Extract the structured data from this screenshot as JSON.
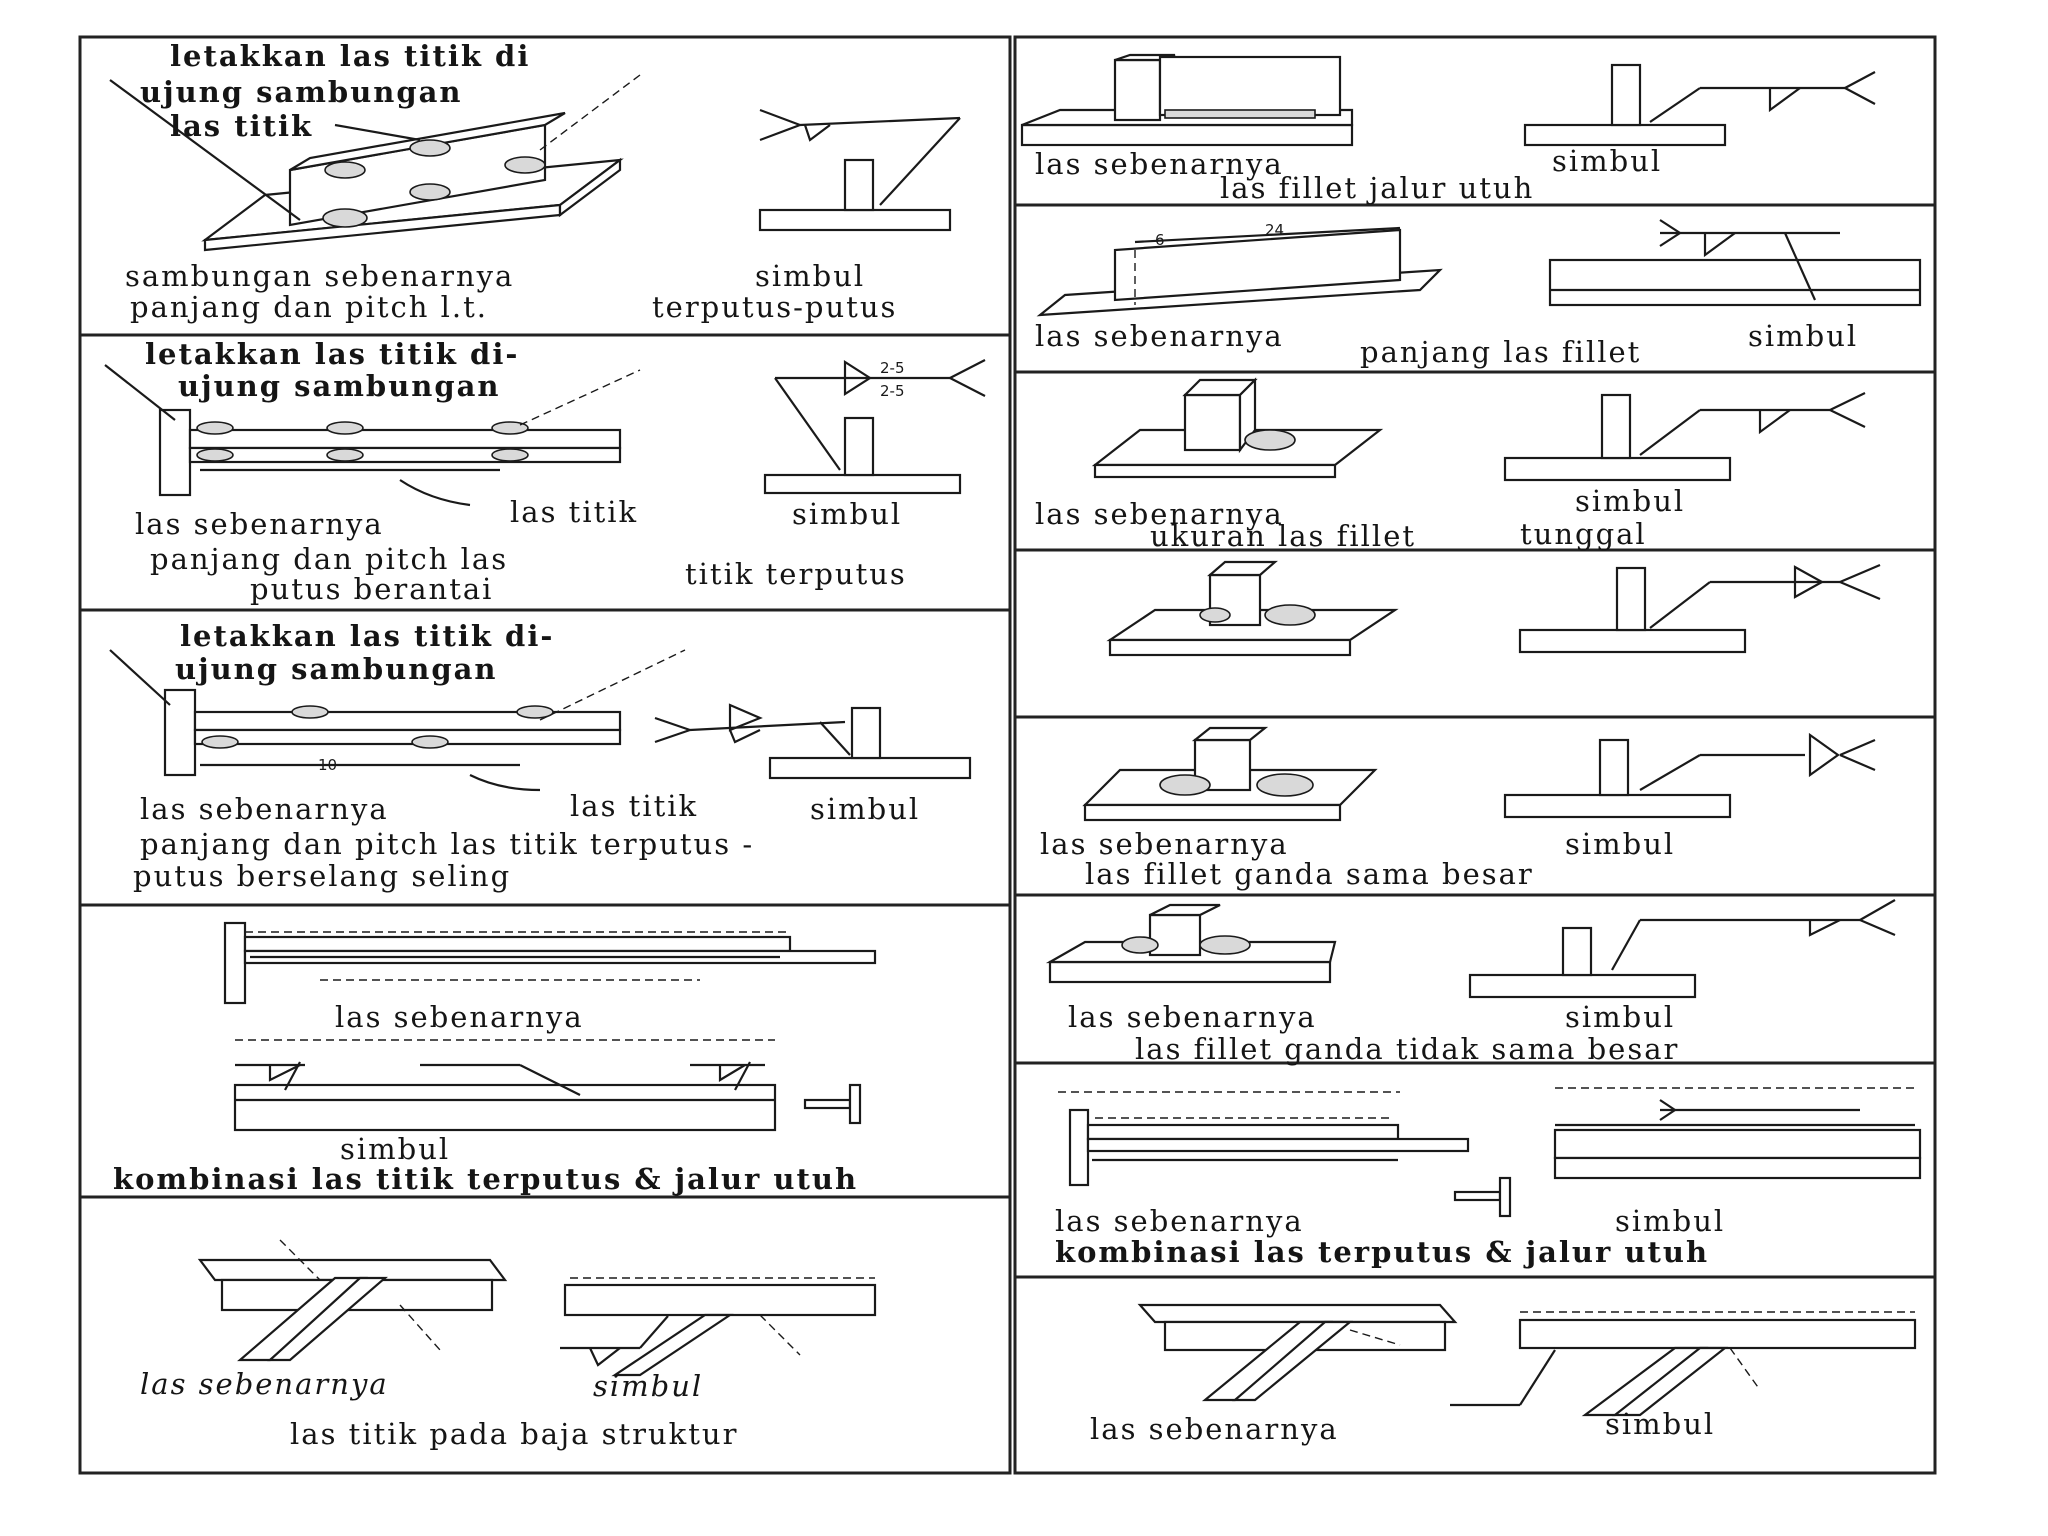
{
  "left": {
    "p1": {
      "note_line1": "letakkan las titik di",
      "note_line2": "ujung sambungan",
      "note_line3": "las titik",
      "caption_left_1": "sambungan sebenarnya",
      "caption_left_2": "panjang dan pitch l.t.",
      "caption_right_1": "simbul",
      "caption_right_2": "terputus-putus"
    },
    "p2": {
      "note_line1": "letakkan las titik di-",
      "note_line2": "ujung sambungan",
      "las_titik": "las titik",
      "caption_1": "las sebenarnya",
      "caption_2": "panjang dan pitch las",
      "caption_3": "putus berantai",
      "simbul": "simbul",
      "titik_terputus": "titik terputus",
      "dim_a": "2-5",
      "dim_b": "2-5"
    },
    "p3": {
      "note_line1": "letakkan las titik di-",
      "note_line2": "ujung sambungan",
      "caption_1": "las sebenarnya",
      "las_titik": "las titik",
      "simbul": "simbul",
      "caption_2": "panjang dan pitch las titik terputus -",
      "caption_3": "putus berselang seling",
      "dim_10": "10"
    },
    "p4": {
      "caption_1": "las sebenarnya",
      "caption_2": "simbul",
      "caption_3": "kombinasi las titik terputus & jalur utuh"
    },
    "p5": {
      "caption_1": "las sebenarnya",
      "caption_2": "simbul",
      "caption_3": "las titik pada baja struktur"
    }
  },
  "right": {
    "p1": {
      "caption_1": "las sebenarnya",
      "caption_2": "simbul",
      "caption_3": "las fillet jalur utuh"
    },
    "p2": {
      "caption_1": "las sebenarnya",
      "caption_2": "panjang las fillet",
      "caption_3": "simbul",
      "dim_6": "6",
      "dim_24": "24"
    },
    "p3": {
      "caption_1": "las sebenarnya",
      "caption_2": "ukuran las fillet",
      "caption_3": "simbul",
      "caption_4": "tunggal"
    },
    "p5": {
      "caption_1": "las sebenarnya",
      "caption_2": "simbul",
      "caption_3": "las fillet ganda sama besar"
    },
    "p6": {
      "caption_1": "las sebenarnya",
      "caption_2": "simbul",
      "caption_3": "las fillet ganda tidak sama besar"
    },
    "p7": {
      "caption_1": "las sebenarnya",
      "caption_2": "simbul",
      "caption_3": "kombinasi las terputus & jalur utuh"
    },
    "p8": {
      "caption_1": "las sebenarnya",
      "caption_2": "simbul"
    }
  }
}
